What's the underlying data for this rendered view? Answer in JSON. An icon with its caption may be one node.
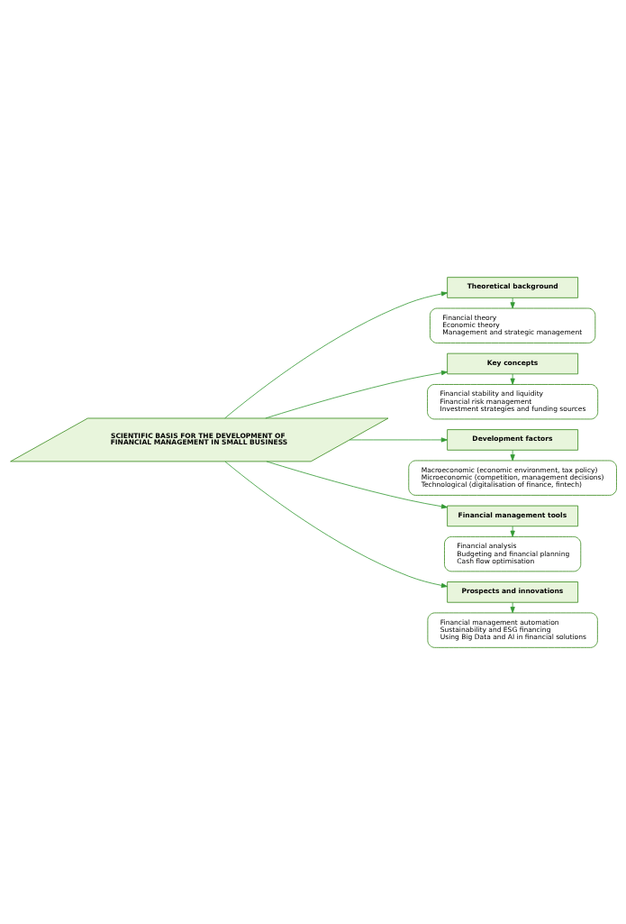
{
  "diagram": {
    "nodes": [
      {
        "text": [
          "SCIENTIFIC BASIS FOR THE DEVELOPMENT OF FINANCIAL MANAGEMENT IN SMALL BUSINESS"
        ]
      },
      {
        "text": [
          "Theoretical background"
        ]
      },
      {
        "text": [
          "Financial theory",
          "Economic theory",
          "Management and strategic management"
        ]
      },
      {
        "text": [
          "Key concepts"
        ]
      },
      {
        "text": [
          "Financial stability and liquidity",
          "Financial risk management",
          "Investment strategies and funding sources"
        ]
      },
      {
        "text": [
          "Development factors"
        ]
      },
      {
        "text": [
          "Macroeconomic (economic environment, tax policy)",
          "Microeconomic (competition, management decisions)",
          "Technological (digitalisation of finance, fintech)"
        ]
      },
      {
        "text": [
          "Financial management tools"
        ]
      },
      {
        "text": [
          "Financial analysis",
          "Budgeting and financial planning",
          "Cash flow optimisation"
        ]
      },
      {
        "text": [
          "Prospects and innovations"
        ]
      },
      {
        "text": [
          "Financial management automation",
          "Sustainability and ESG financing",
          "Using Big Data and AI in financial solutions"
        ]
      }
    ],
    "edges": [
      {
        "from": 0,
        "to": 1,
        "arrow": "to"
      },
      {
        "from": 1,
        "to": 2,
        "arrow": "to"
      },
      {
        "from": 0,
        "to": 3,
        "arrow": "to"
      },
      {
        "from": 3,
        "to": 4,
        "arrow": "to"
      },
      {
        "from": 0,
        "to": 5,
        "arrow": "to"
      },
      {
        "from": 5,
        "to": 6,
        "arrow": "to"
      },
      {
        "from": 0,
        "to": 7,
        "arrow": "to"
      },
      {
        "from": 7,
        "to": 8,
        "arrow": "to"
      },
      {
        "from": 0,
        "to": 9,
        "arrow": "to"
      },
      {
        "from": 9,
        "to": 10,
        "arrow": "to"
      }
    ]
  }
}
